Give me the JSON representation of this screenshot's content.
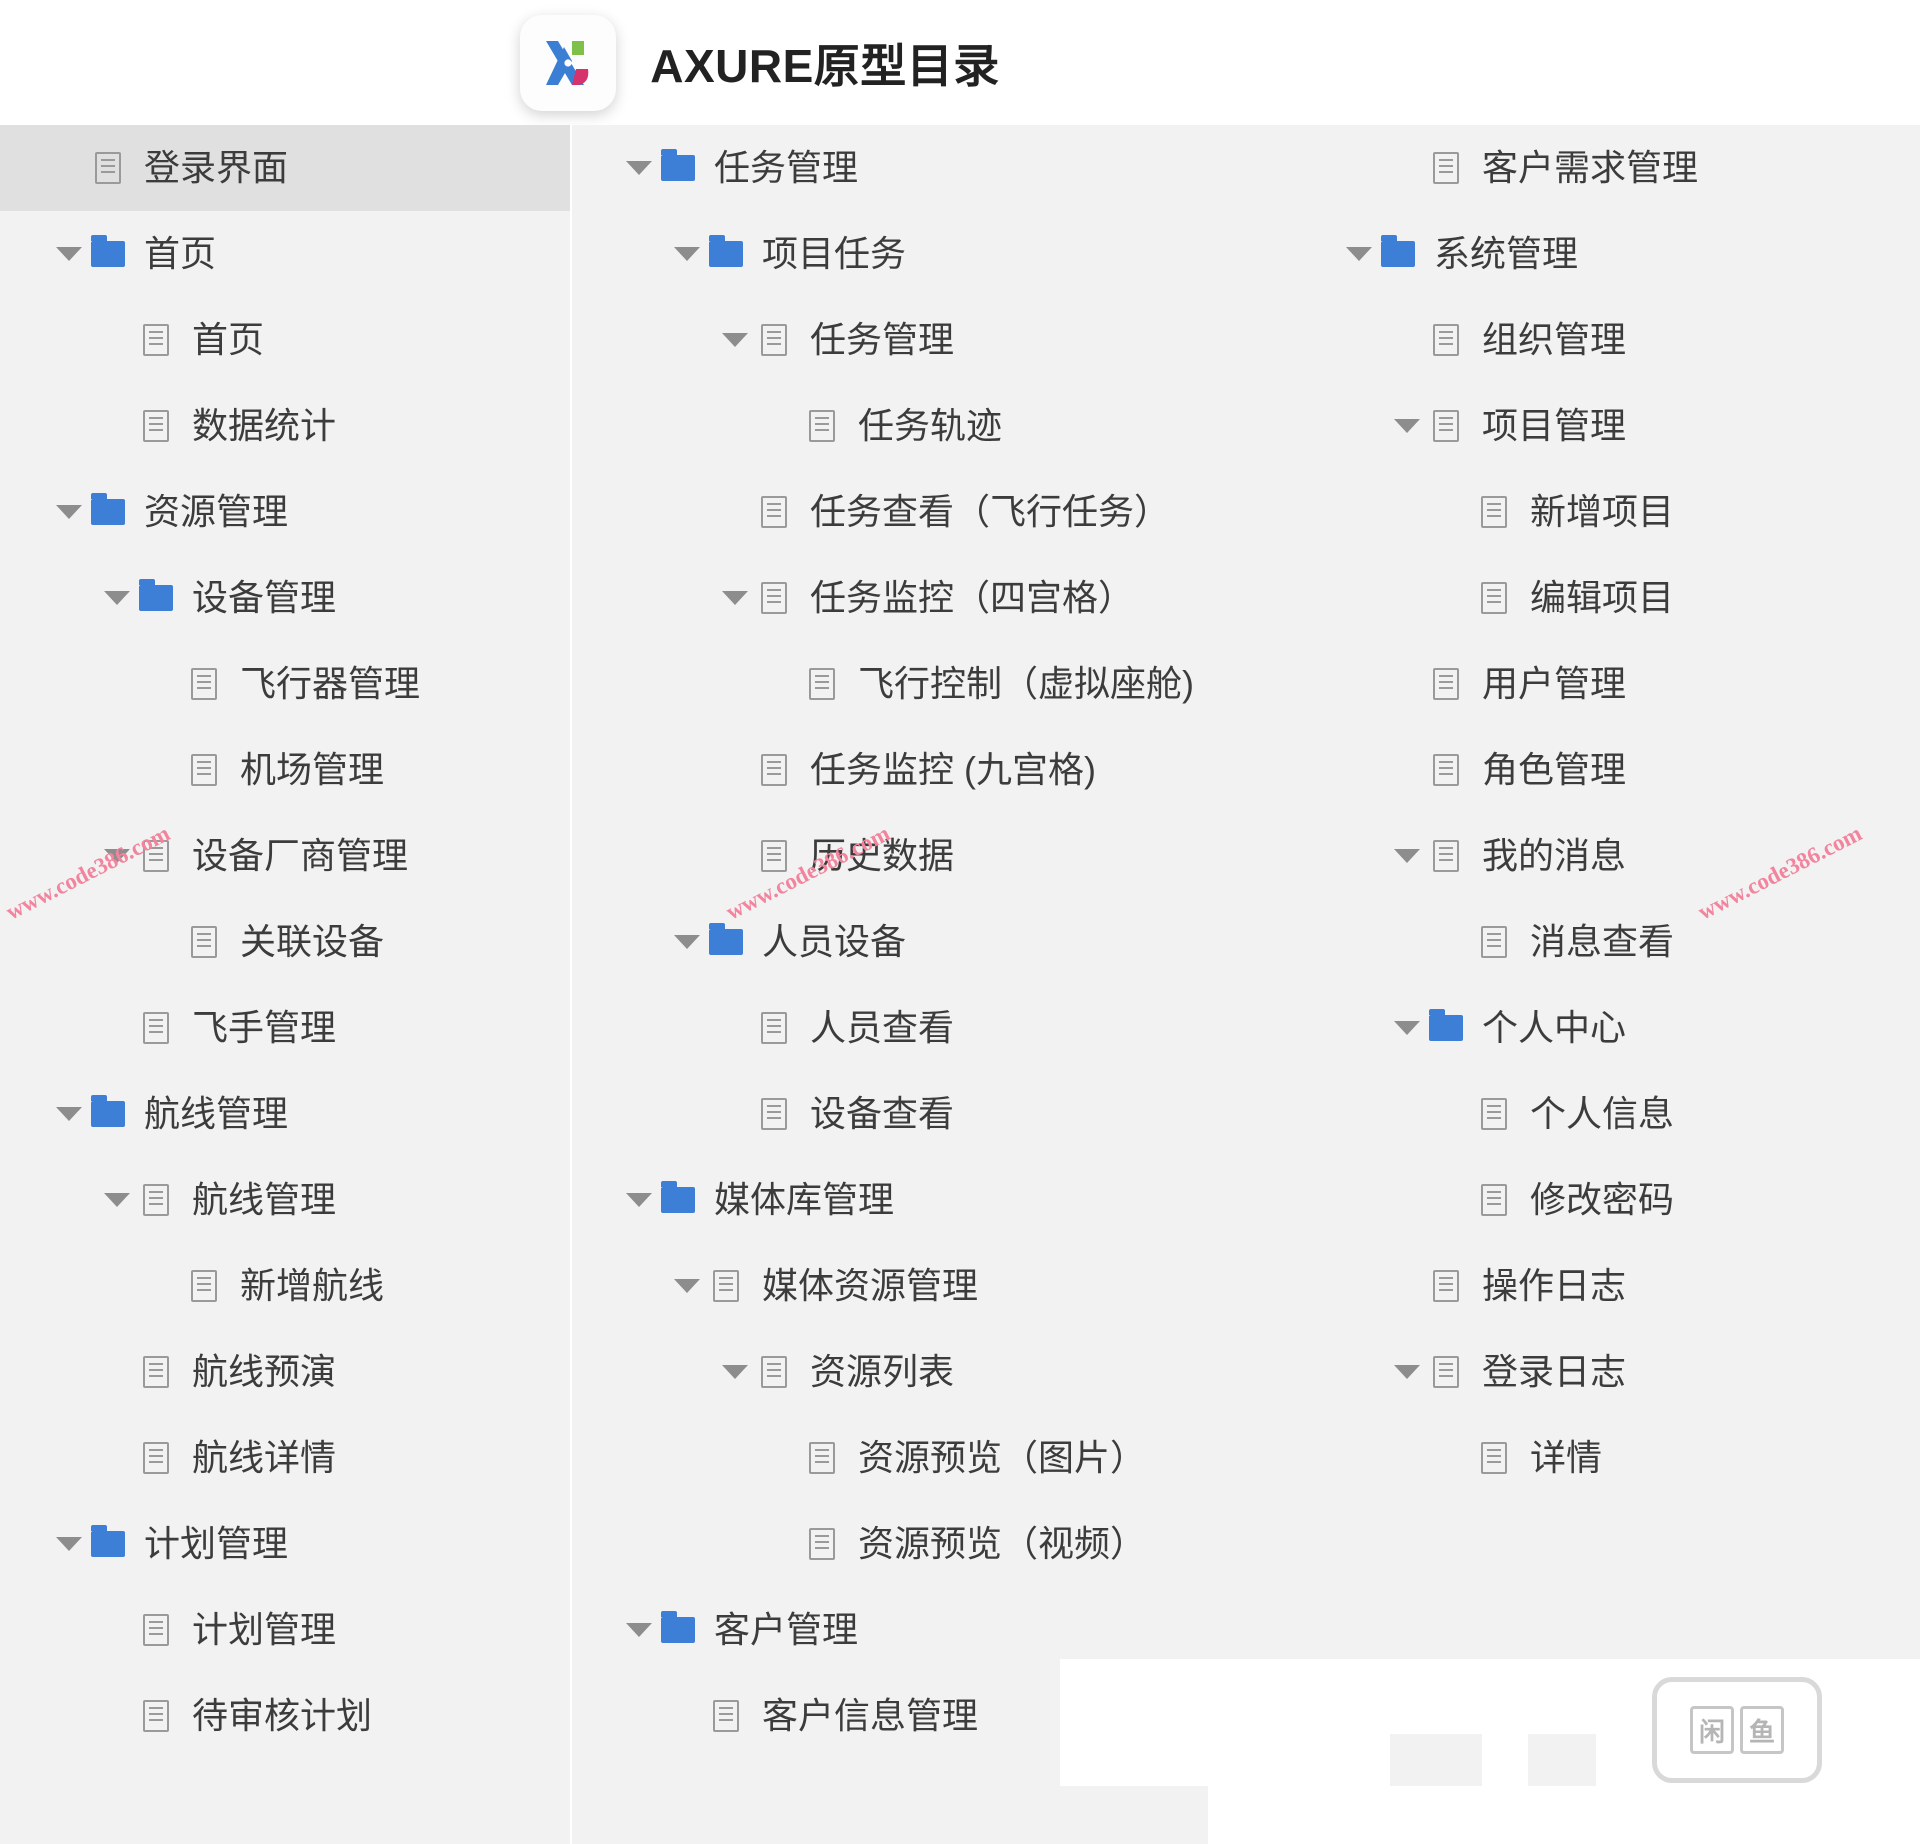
{
  "header": {
    "title": "AXURE原型目录",
    "logo_name": "axure-logo"
  },
  "watermark": {
    "text": "www.code386.com"
  },
  "badge": {
    "char1": "闲",
    "char2": "鱼"
  },
  "tree": {
    "columns": [
      {
        "id": "column-1",
        "nodes": [
          {
            "label": "登录界面",
            "depth": 0,
            "icon": "page",
            "caret": false,
            "selected": true
          },
          {
            "label": "首页",
            "depth": 0,
            "icon": "folder",
            "caret": true,
            "selected": false
          },
          {
            "label": "首页",
            "depth": 1,
            "icon": "page",
            "caret": false,
            "selected": false
          },
          {
            "label": "数据统计",
            "depth": 1,
            "icon": "page",
            "caret": false,
            "selected": false
          },
          {
            "label": "资源管理",
            "depth": 0,
            "icon": "folder",
            "caret": true,
            "selected": false
          },
          {
            "label": "设备管理",
            "depth": 1,
            "icon": "folder",
            "caret": true,
            "selected": false
          },
          {
            "label": "飞行器管理",
            "depth": 2,
            "icon": "page",
            "caret": false,
            "selected": false
          },
          {
            "label": "机场管理",
            "depth": 2,
            "icon": "page",
            "caret": false,
            "selected": false
          },
          {
            "label": "设备厂商管理",
            "depth": 1,
            "icon": "page",
            "caret": true,
            "selected": false
          },
          {
            "label": "关联设备",
            "depth": 2,
            "icon": "page",
            "caret": false,
            "selected": false
          },
          {
            "label": "飞手管理",
            "depth": 1,
            "icon": "page",
            "caret": false,
            "selected": false
          },
          {
            "label": "航线管理",
            "depth": 0,
            "icon": "folder",
            "caret": true,
            "selected": false
          },
          {
            "label": "航线管理",
            "depth": 1,
            "icon": "page",
            "caret": true,
            "selected": false
          },
          {
            "label": "新增航线",
            "depth": 2,
            "icon": "page",
            "caret": false,
            "selected": false
          },
          {
            "label": "航线预演",
            "depth": 1,
            "icon": "page",
            "caret": false,
            "selected": false
          },
          {
            "label": "航线详情",
            "depth": 1,
            "icon": "page",
            "caret": false,
            "selected": false
          },
          {
            "label": "计划管理",
            "depth": 0,
            "icon": "folder",
            "caret": true,
            "selected": false
          },
          {
            "label": "计划管理",
            "depth": 1,
            "icon": "page",
            "caret": false,
            "selected": false
          },
          {
            "label": "待审核计划",
            "depth": 1,
            "icon": "page",
            "caret": false,
            "selected": false
          }
        ]
      },
      {
        "id": "column-2",
        "nodes": [
          {
            "label": "任务管理",
            "depth": 0,
            "icon": "folder",
            "caret": true,
            "selected": false
          },
          {
            "label": "项目任务",
            "depth": 1,
            "icon": "folder",
            "caret": true,
            "selected": false
          },
          {
            "label": "任务管理",
            "depth": 2,
            "icon": "page",
            "caret": true,
            "selected": false
          },
          {
            "label": "任务轨迹",
            "depth": 3,
            "icon": "page",
            "caret": false,
            "selected": false
          },
          {
            "label": "任务查看（飞行任务）",
            "depth": 2,
            "icon": "page",
            "caret": false,
            "selected": false
          },
          {
            "label": "任务监控（四宫格）",
            "depth": 2,
            "icon": "page",
            "caret": true,
            "selected": false
          },
          {
            "label": "飞行控制（虚拟座舱)",
            "depth": 3,
            "icon": "page",
            "caret": false,
            "selected": false
          },
          {
            "label": "任务监控 (九宫格)",
            "depth": 2,
            "icon": "page",
            "caret": false,
            "selected": false
          },
          {
            "label": "历史数据",
            "depth": 2,
            "icon": "page",
            "caret": false,
            "selected": false
          },
          {
            "label": "人员设备",
            "depth": 1,
            "icon": "folder",
            "caret": true,
            "selected": false
          },
          {
            "label": "人员查看",
            "depth": 2,
            "icon": "page",
            "caret": false,
            "selected": false
          },
          {
            "label": "设备查看",
            "depth": 2,
            "icon": "page",
            "caret": false,
            "selected": false
          },
          {
            "label": "媒体库管理",
            "depth": 0,
            "icon": "folder",
            "caret": true,
            "selected": false
          },
          {
            "label": "媒体资源管理",
            "depth": 1,
            "icon": "page",
            "caret": true,
            "selected": false
          },
          {
            "label": "资源列表",
            "depth": 2,
            "icon": "page",
            "caret": true,
            "selected": false
          },
          {
            "label": "资源预览（图片）",
            "depth": 3,
            "icon": "page",
            "caret": false,
            "selected": false
          },
          {
            "label": "资源预览（视频）",
            "depth": 3,
            "icon": "page",
            "caret": false,
            "selected": false
          },
          {
            "label": "客户管理",
            "depth": 0,
            "icon": "folder",
            "caret": true,
            "selected": false
          },
          {
            "label": "客户信息管理",
            "depth": 1,
            "icon": "page",
            "caret": false,
            "selected": false
          }
        ]
      },
      {
        "id": "column-3",
        "nodes": [
          {
            "label": "客户需求管理",
            "depth": 1,
            "icon": "page",
            "caret": false,
            "selected": false
          },
          {
            "label": "系统管理",
            "depth": 0,
            "icon": "folder",
            "caret": true,
            "selected": false
          },
          {
            "label": "组织管理",
            "depth": 1,
            "icon": "page",
            "caret": false,
            "selected": false
          },
          {
            "label": "项目管理",
            "depth": 1,
            "icon": "page",
            "caret": true,
            "selected": false
          },
          {
            "label": "新增项目",
            "depth": 2,
            "icon": "page",
            "caret": false,
            "selected": false
          },
          {
            "label": "编辑项目",
            "depth": 2,
            "icon": "page",
            "caret": false,
            "selected": false
          },
          {
            "label": "用户管理",
            "depth": 1,
            "icon": "page",
            "caret": false,
            "selected": false
          },
          {
            "label": "角色管理",
            "depth": 1,
            "icon": "page",
            "caret": false,
            "selected": false
          },
          {
            "label": "我的消息",
            "depth": 1,
            "icon": "page",
            "caret": true,
            "selected": false
          },
          {
            "label": "消息查看",
            "depth": 2,
            "icon": "page",
            "caret": false,
            "selected": false
          },
          {
            "label": "个人中心",
            "depth": 1,
            "icon": "folder",
            "caret": true,
            "selected": false
          },
          {
            "label": "个人信息",
            "depth": 2,
            "icon": "page",
            "caret": false,
            "selected": false
          },
          {
            "label": "修改密码",
            "depth": 2,
            "icon": "page",
            "caret": false,
            "selected": false
          },
          {
            "label": "操作日志",
            "depth": 1,
            "icon": "page",
            "caret": false,
            "selected": false
          },
          {
            "label": "登录日志",
            "depth": 1,
            "icon": "page",
            "caret": true,
            "selected": false
          },
          {
            "label": "详情",
            "depth": 2,
            "icon": "page",
            "caret": false,
            "selected": false
          }
        ]
      }
    ]
  },
  "colors": {
    "folder": "#3d7fd6",
    "page_outline": "#9a9a9a",
    "caret": "#8d8d8d",
    "text": "#3c3c3c",
    "selected_bg": "#e0e0e0",
    "background": "#f2f2f2",
    "watermark": "#f2849e"
  }
}
